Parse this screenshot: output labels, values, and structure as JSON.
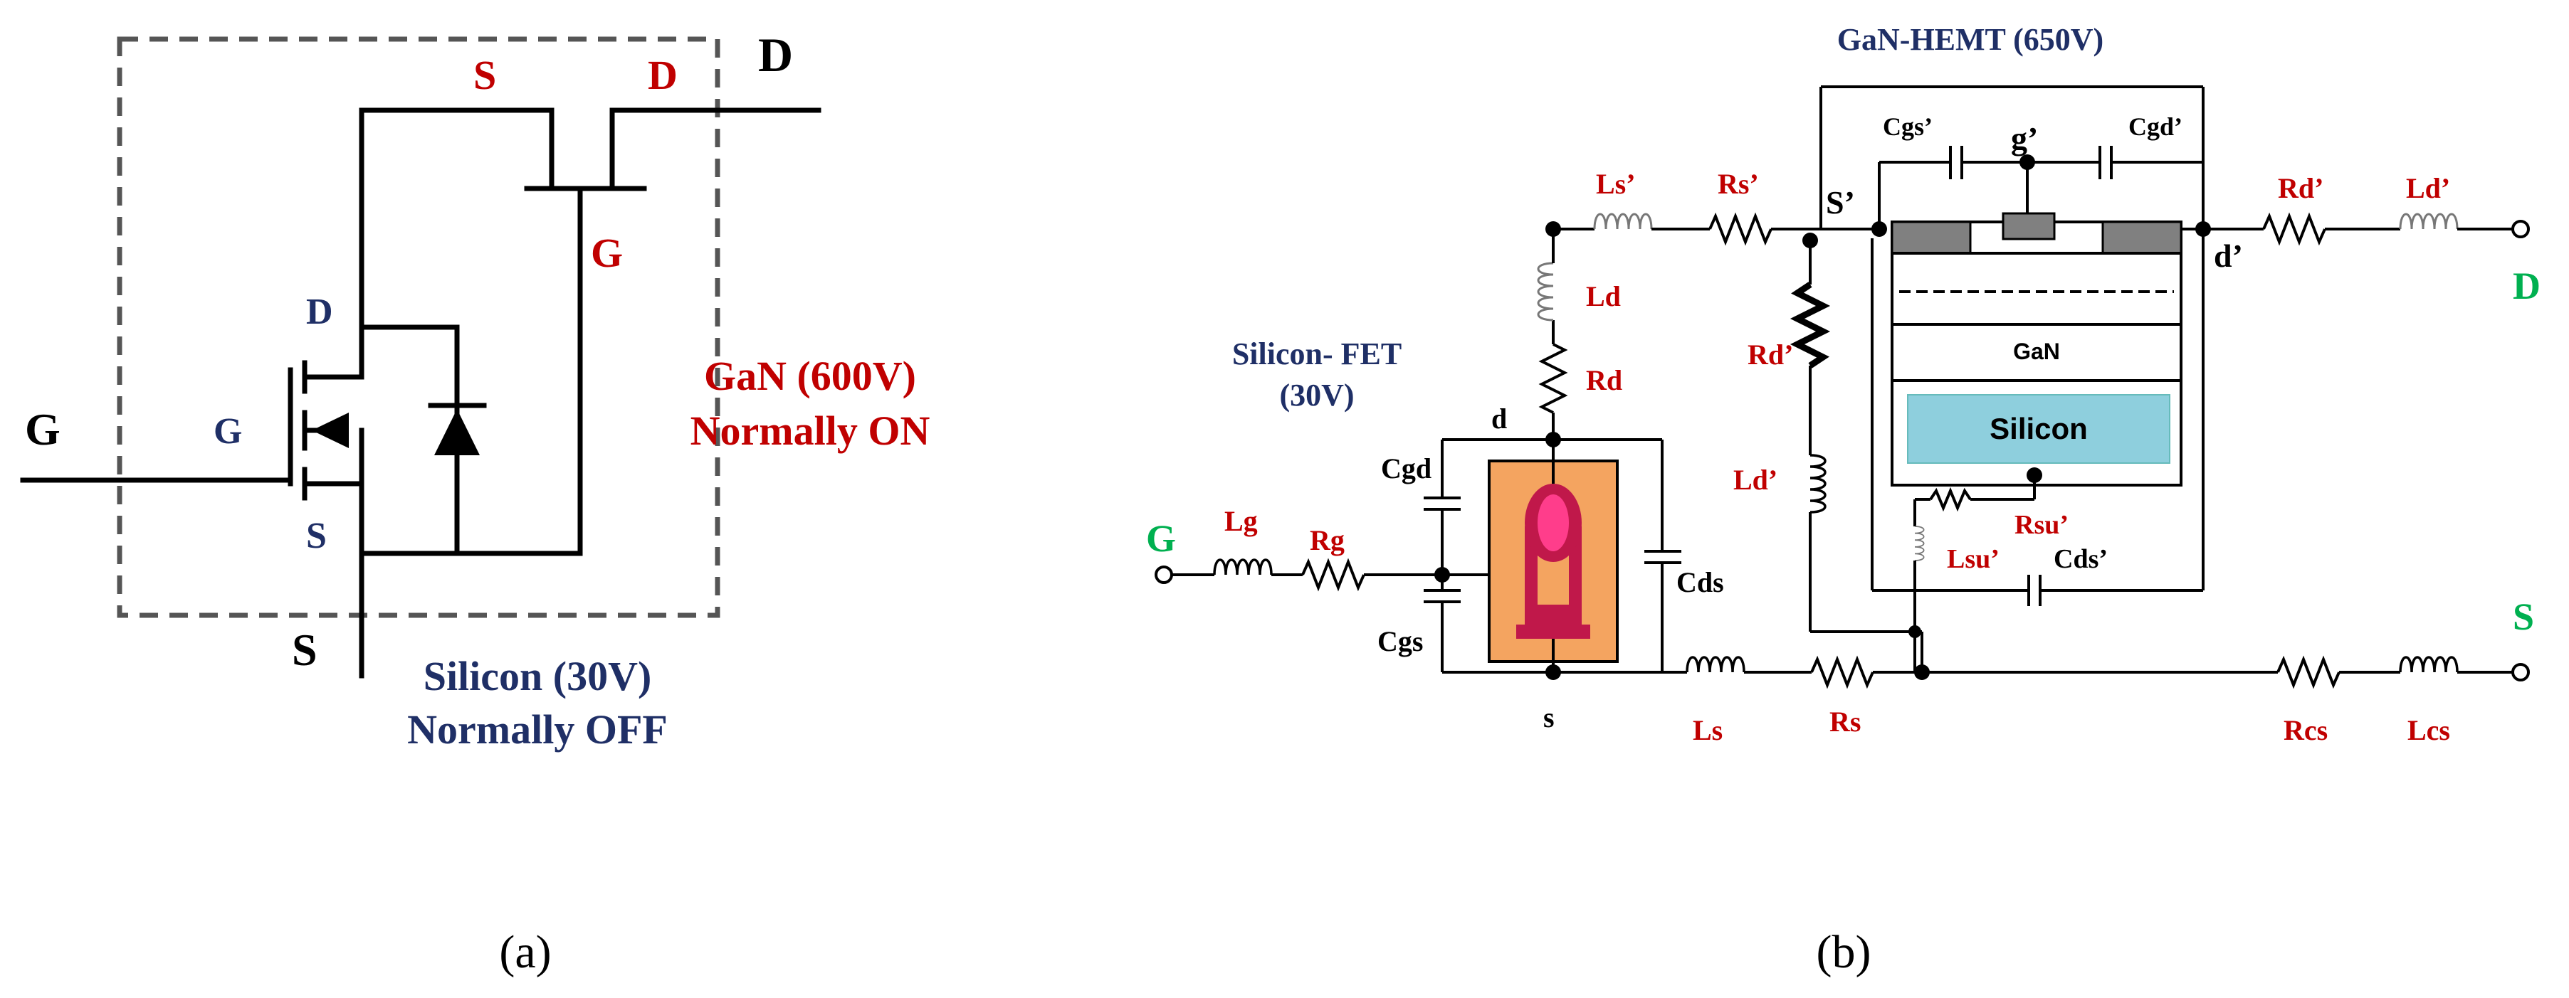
{
  "panel_a": {
    "caption": "(a)",
    "terminal_g": "G",
    "terminal_d": "D",
    "terminal_s": "S",
    "gan_s": "S",
    "gan_d": "D",
    "gan_g": "G",
    "si_d": "D",
    "si_g": "G",
    "si_s": "S",
    "gan_title": "GaN (600V)",
    "gan_mode": "Normally ON",
    "si_title": "Silicon (30V)",
    "si_mode": "Normally OFF"
  },
  "panel_b": {
    "caption": "(b)",
    "gan_hemt_title": "GaN-HEMT (650V)",
    "si_fet_title_1": "Silicon- FET",
    "si_fet_title_2": "(30V)",
    "terminal_g": "G",
    "terminal_d": "D",
    "terminal_s": "S",
    "node_d": "d",
    "node_s": "s",
    "node_s_prime": "S’",
    "node_g_prime": "g’",
    "node_d_prime": "d’",
    "layer_gan": "GaN",
    "layer_silicon": "Silicon",
    "components": {
      "lg": "Lg",
      "rg": "Rg",
      "cgd": "Cgd",
      "cgs": "Cgs",
      "cds": "Cds",
      "ld": "Ld",
      "rd": "Rd",
      "ls_p": "Ls’",
      "rs_p": "Rs’",
      "rd_p_v": "Rd’",
      "ld_p_v": "Ld’",
      "cgs_p": "Cgs’",
      "cgd_p": "Cgd’",
      "rd_p": "Rd’",
      "ld_p": "Ld’",
      "rsu_p": "Rsu’",
      "lsu_p": "Lsu’",
      "cds_p": "Cds’",
      "ls": "Ls",
      "rs": "Rs",
      "rcs": "Rcs",
      "lcs": "Lcs"
    }
  },
  "colors": {
    "label_red": "#c00000",
    "label_blue": "#1f2f66",
    "terminal_green": "#00b050",
    "fet_body": "#f4a460",
    "fet_channel": "#c0184a",
    "fet_core": "#ff3d8b",
    "silicon_layer": "#8ecfdd",
    "contact_gray": "#808080"
  }
}
